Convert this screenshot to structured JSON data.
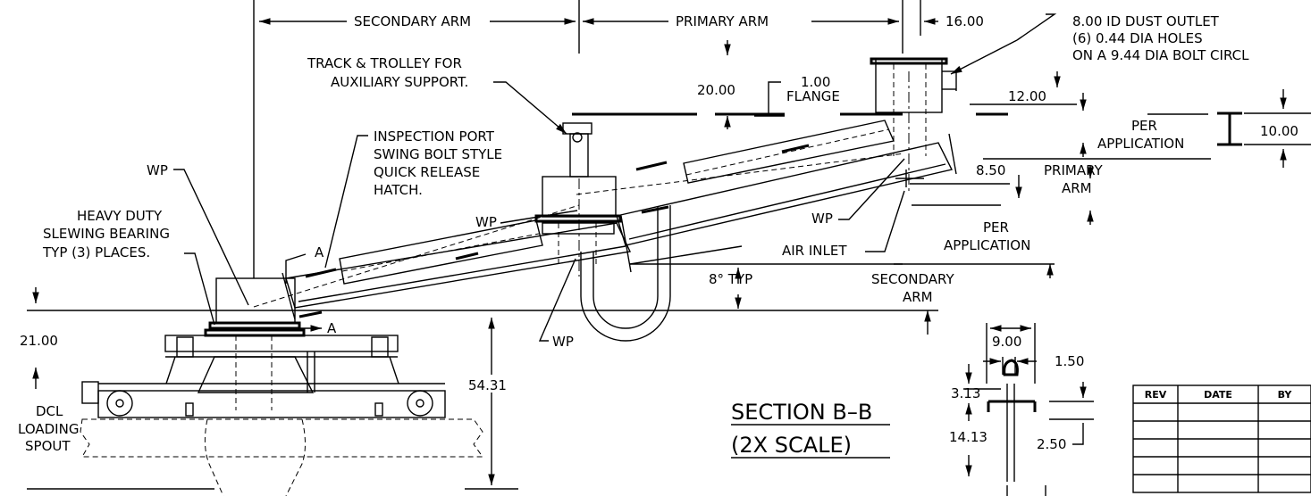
{
  "labels": {
    "secondary_arm_top": "SECONDARY ARM",
    "primary_arm_top": "PRIMARY ARM",
    "dim_16": "16.00",
    "dust_outlet_1": "8.00 ID DUST OUTLET",
    "dust_outlet_2": "(6) 0.44 DIA HOLES",
    "dust_outlet_3": "ON A 9.44 DIA BOLT CIRCL",
    "track_1": "TRACK & TROLLEY FOR",
    "track_2": "AUXILIARY SUPPORT.",
    "dim_20": "20.00",
    "flange_1": "1.00",
    "flange_2": "FLANGE",
    "dim_12": "12.00",
    "per_app_1a": "PER",
    "per_app_1b": "APPLICATION",
    "dim_10": "10.00",
    "insp_1": "INSPECTION PORT",
    "insp_2": "SWING BOLT STYLE",
    "insp_3": "QUICK RELEASE",
    "insp_4": "HATCH.",
    "wp_left": "WP",
    "dim_850": "8.50",
    "primary_arm_1": "PRIMARY",
    "primary_arm_2": "ARM",
    "bearing_1": "HEAVY DUTY",
    "bearing_2": "SLEWING BEARING",
    "bearing_3": "TYP (3) PLACES.",
    "wp_mid": "WP",
    "wp_right": "WP",
    "per_app_2a": "PER",
    "per_app_2b": "APPLICATION",
    "air_inlet": "AIR INLET",
    "section_a_top": "A",
    "section_a_bottom": "A",
    "angle": "8° TYP",
    "secondary_arm_1": "SECONDARY",
    "secondary_arm_2": "ARM",
    "dim_21": "21.00",
    "wp_bottom": "WP",
    "dim_900": "9.00",
    "dim_150": "1.50",
    "dim_5431": "54.31",
    "dcl_1": "DCL",
    "dcl_2": "LOADING",
    "dcl_3": "SPOUT",
    "dim_313": "3.13",
    "section_title": "SECTION B–B",
    "section_scale": "(2X SCALE)",
    "dim_1413": "14.13",
    "dim_250": "2.50"
  },
  "rev_table": {
    "headers": [
      "REV",
      "DATE",
      "BY"
    ],
    "rows": [
      [
        "",
        "",
        ""
      ],
      [
        "",
        "",
        ""
      ],
      [
        "",
        "",
        ""
      ],
      [
        "",
        "",
        ""
      ],
      [
        "",
        "",
        ""
      ]
    ]
  }
}
